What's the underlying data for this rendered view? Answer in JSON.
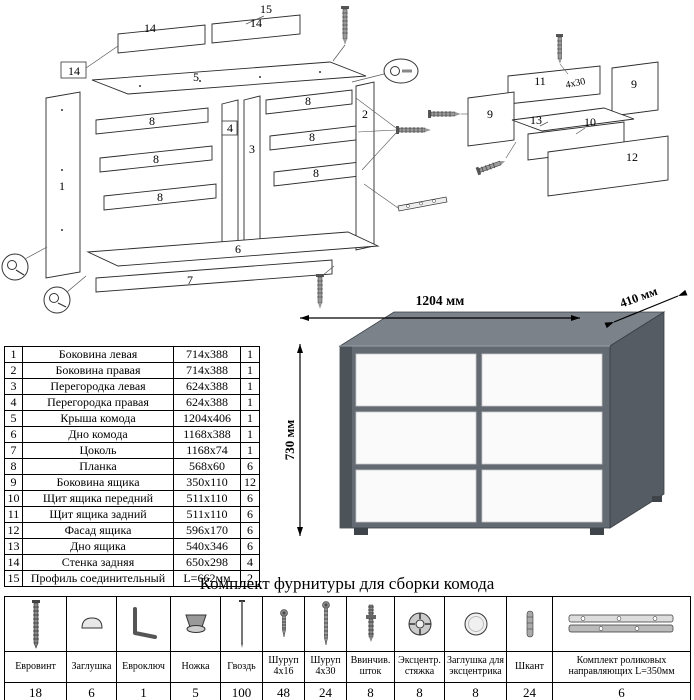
{
  "diagram": {
    "callouts": [
      "15",
      "14",
      "14",
      "14",
      "5",
      "1",
      "8",
      "8",
      "8",
      "4",
      "3",
      "8",
      "8",
      "8",
      "2",
      "6",
      "7",
      "11",
      "9",
      "9",
      "13",
      "10",
      "12",
      "4х30"
    ]
  },
  "render": {
    "width_label": "1204 мм",
    "depth_label": "410 мм",
    "height_label": "730 мм"
  },
  "parts_table": {
    "rows": [
      {
        "n": "1",
        "name": "Боковина левая",
        "size": "714х388",
        "qty": "1"
      },
      {
        "n": "2",
        "name": "Боковина правая",
        "size": "714х388",
        "qty": "1"
      },
      {
        "n": "3",
        "name": "Перегородка левая",
        "size": "624х388",
        "qty": "1"
      },
      {
        "n": "4",
        "name": "Перегородка правая",
        "size": "624х388",
        "qty": "1"
      },
      {
        "n": "5",
        "name": "Крыша комода",
        "size": "1204х406",
        "qty": "1"
      },
      {
        "n": "6",
        "name": "Дно комода",
        "size": "1168х388",
        "qty": "1"
      },
      {
        "n": "7",
        "name": "Цоколь",
        "size": "1168х74",
        "qty": "1"
      },
      {
        "n": "8",
        "name": "Планка",
        "size": "568х60",
        "qty": "6"
      },
      {
        "n": "9",
        "name": "Боковина ящика",
        "size": "350х110",
        "qty": "12"
      },
      {
        "n": "10",
        "name": "Щит ящика передний",
        "size": "511х110",
        "qty": "6"
      },
      {
        "n": "11",
        "name": "Щит ящика задний",
        "size": "511х110",
        "qty": "6"
      },
      {
        "n": "12",
        "name": "Фасад ящика",
        "size": "596х170",
        "qty": "6"
      },
      {
        "n": "13",
        "name": "Дно ящика",
        "size": "540х346",
        "qty": "6"
      },
      {
        "n": "14",
        "name": "Стенка задняя",
        "size": "650х298",
        "qty": "4"
      },
      {
        "n": "15",
        "name": "Профиль соединительный",
        "size": "L=662мм",
        "qty": "2"
      }
    ]
  },
  "hardware": {
    "title": "Комплект фурнитуры для сборки комода",
    "items": [
      {
        "name": "Евровинт",
        "qty": "18"
      },
      {
        "name": "Заглушка",
        "qty": "6"
      },
      {
        "name": "Евроключ",
        "qty": "1"
      },
      {
        "name": "Ножка",
        "qty": "5"
      },
      {
        "name": "Гвоздь",
        "qty": "100"
      },
      {
        "name": "Шуруп 4х16",
        "qty": "48"
      },
      {
        "name": "Шуруп 4х30",
        "qty": "24"
      },
      {
        "name": "Ввинчив. шток",
        "qty": "8"
      },
      {
        "name": "Эксцентр. стяжка",
        "qty": "8"
      },
      {
        "name": "Заглушка для эксцентрика",
        "qty": "8"
      },
      {
        "name": "Шкант",
        "qty": "24"
      },
      {
        "name": "Комплект роликовых направляющих L=350мм",
        "qty": "6"
      }
    ]
  }
}
